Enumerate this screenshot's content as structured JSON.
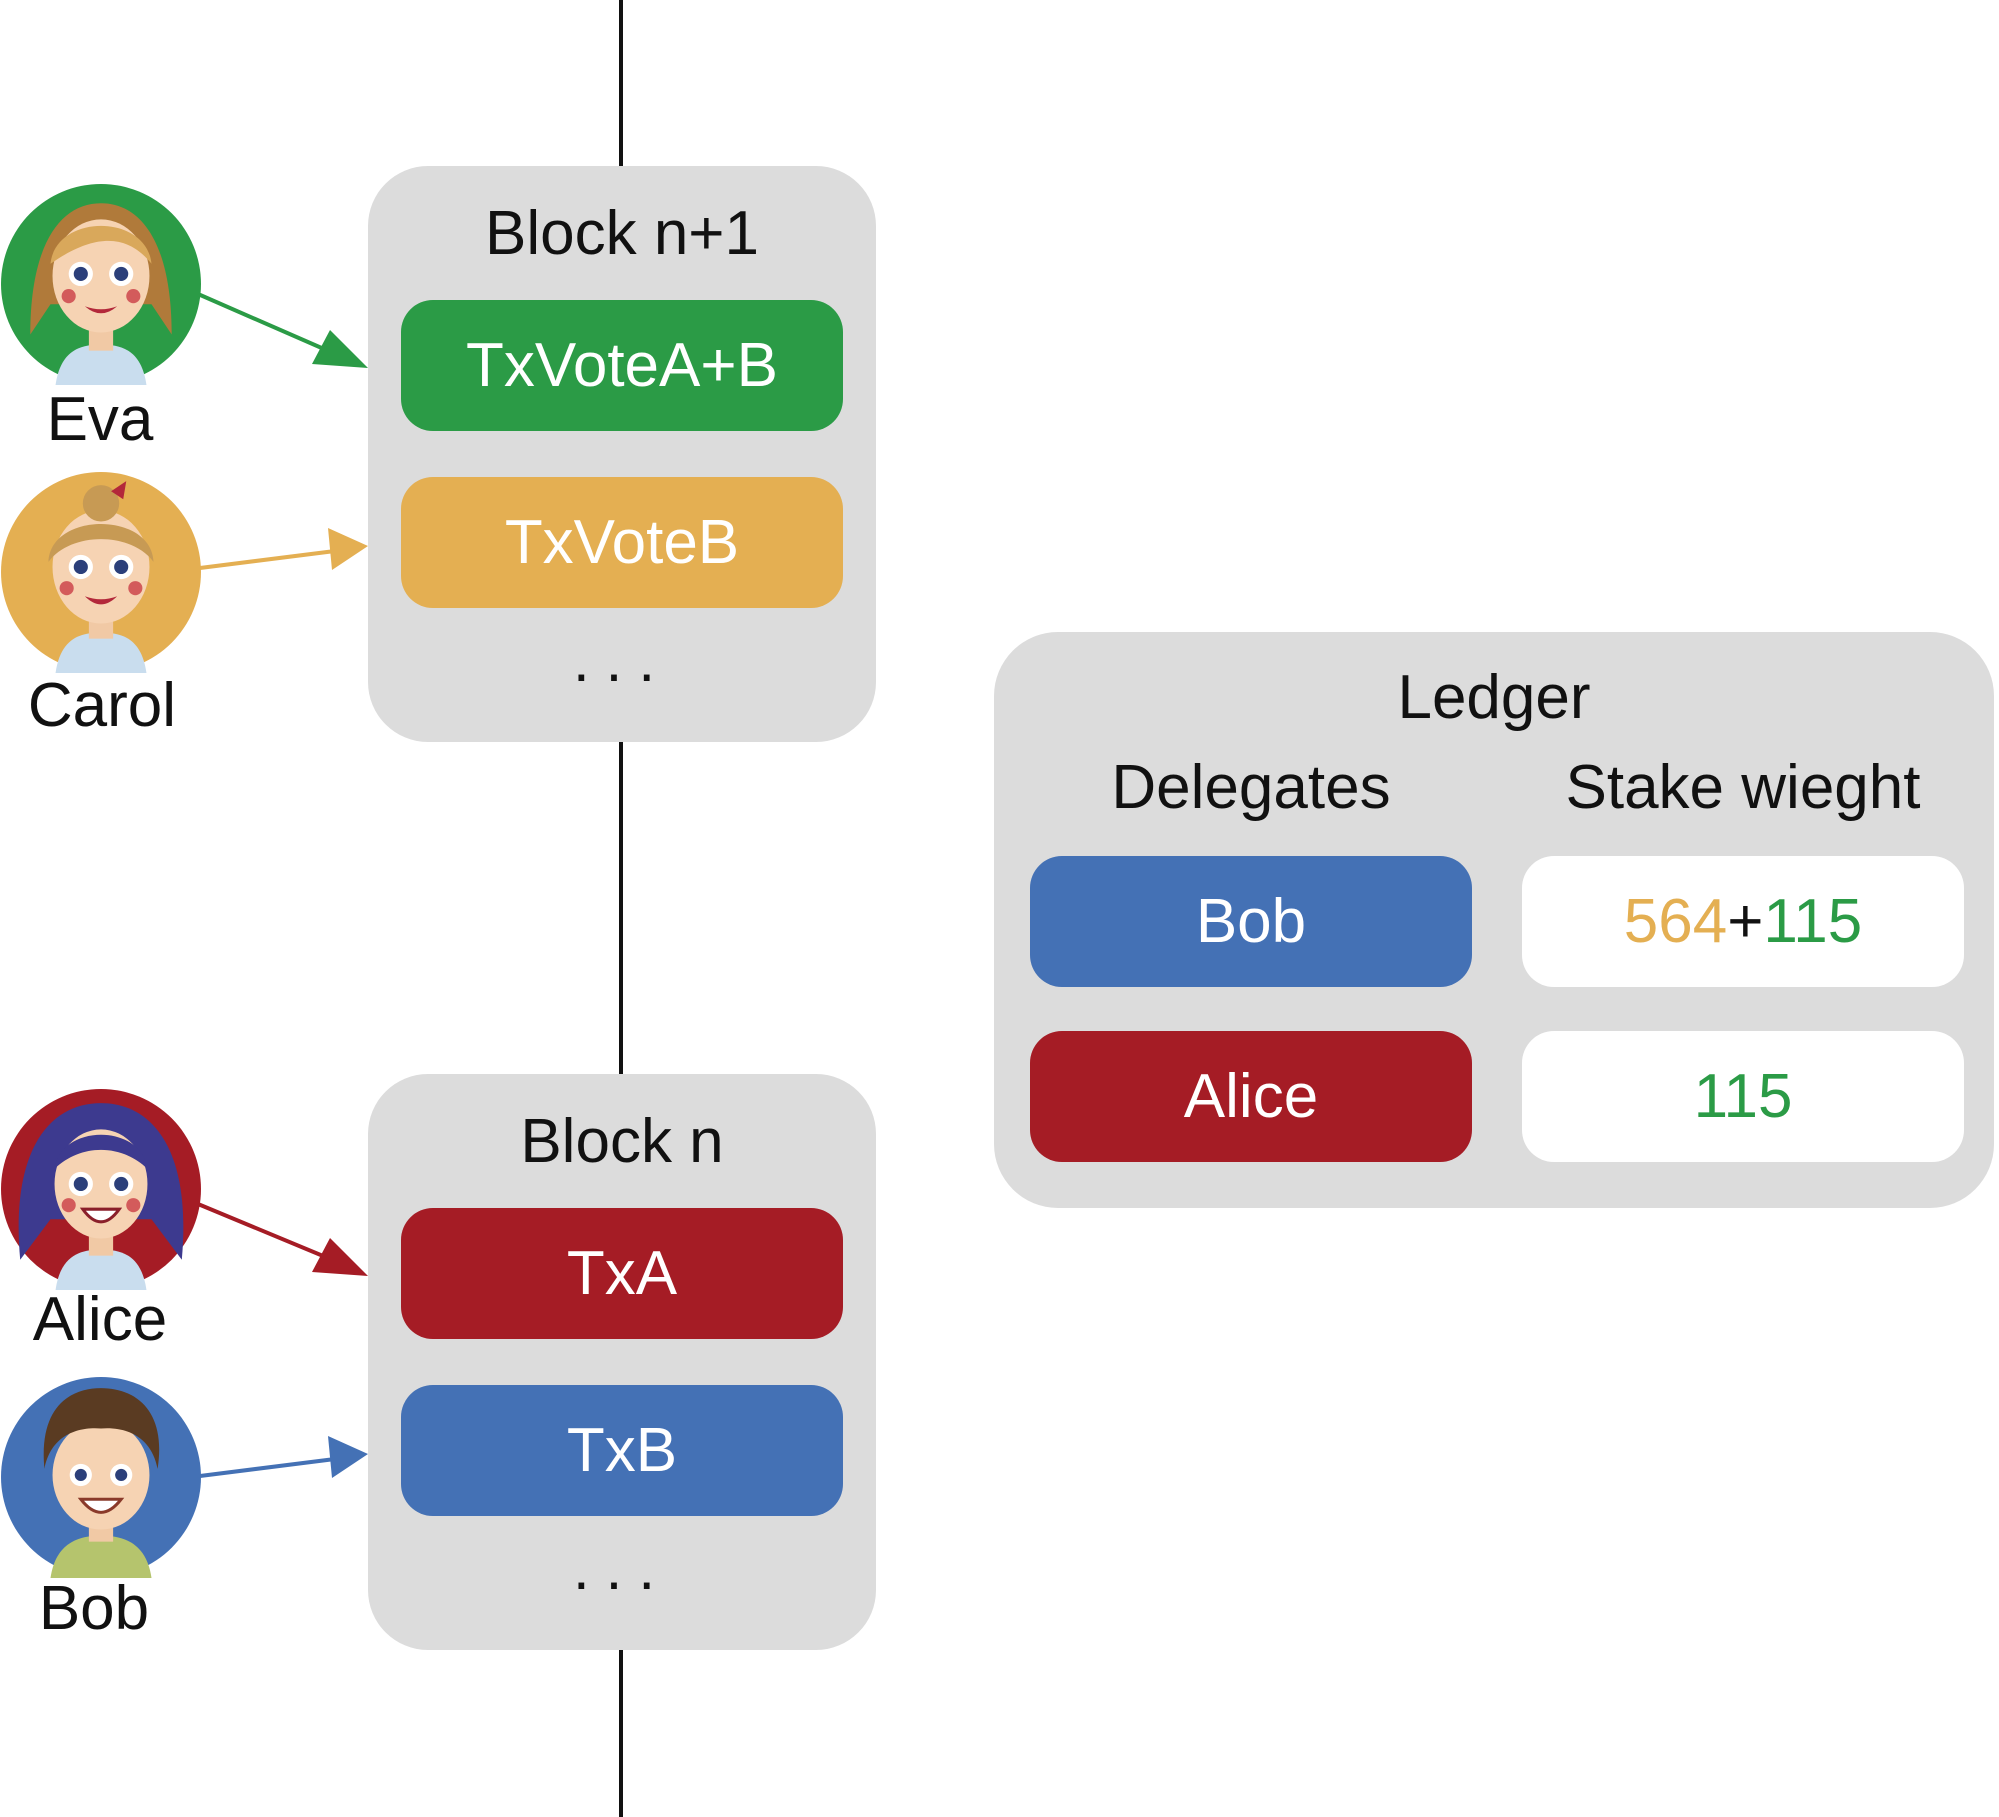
{
  "colors": {
    "green": "#2b9b46",
    "orange": "#e4af52",
    "red": "#a51c25",
    "blue": "#4471b5",
    "block_bg": "#dcdcdc"
  },
  "blocks": {
    "upper": {
      "title": "Block n+1",
      "txs": [
        "TxVoteA+B",
        "TxVoteB"
      ],
      "more": "..."
    },
    "lower": {
      "title": "Block n",
      "txs": [
        "TxA",
        "TxB"
      ],
      "more": "..."
    }
  },
  "people": [
    {
      "name": "Eva",
      "icon": "eva-avatar-icon",
      "color": "#2b9b46"
    },
    {
      "name": "Carol",
      "icon": "carol-avatar-icon",
      "color": "#e4af52"
    },
    {
      "name": "Alice",
      "icon": "alice-avatar-icon",
      "color": "#a51c25"
    },
    {
      "name": "Bob",
      "icon": "bob-avatar-icon",
      "color": "#4471b5"
    }
  ],
  "ledger": {
    "title": "Ledger",
    "headers": [
      "Delegates",
      "Stake wieght"
    ],
    "rows": [
      {
        "delegate": "Bob",
        "stake_parts": [
          "564",
          "+",
          "115"
        ]
      },
      {
        "delegate": "Alice",
        "stake_parts": [
          "115"
        ]
      }
    ]
  }
}
